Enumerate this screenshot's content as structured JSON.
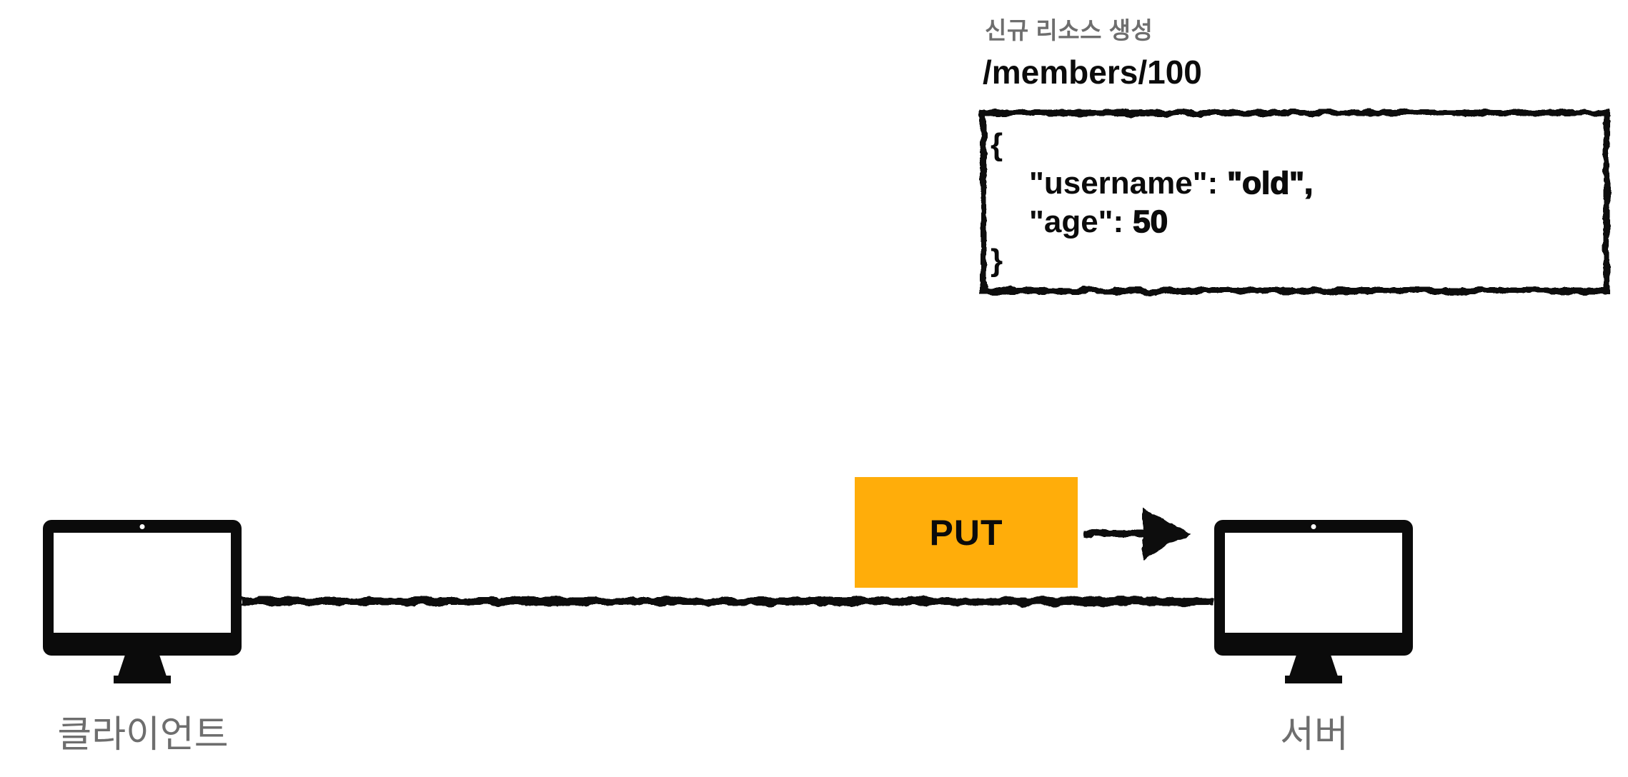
{
  "colors": {
    "accent_orange": "#FFAD0A",
    "label_gray": "#6e6e6e",
    "ink_black": "#0b0b0b"
  },
  "annotation": {
    "caption": "신규 리소스 생성",
    "resource_path": "/members/100",
    "body": {
      "open_brace": "{",
      "fields": [
        {
          "key": "\"username\":",
          "value": "\"old\","
        },
        {
          "key": "\"age\":",
          "value": "50"
        }
      ],
      "close_brace": "}"
    }
  },
  "message": {
    "method_label": "PUT"
  },
  "nodes": {
    "client_label": "클라이언트",
    "server_label": "서버"
  }
}
